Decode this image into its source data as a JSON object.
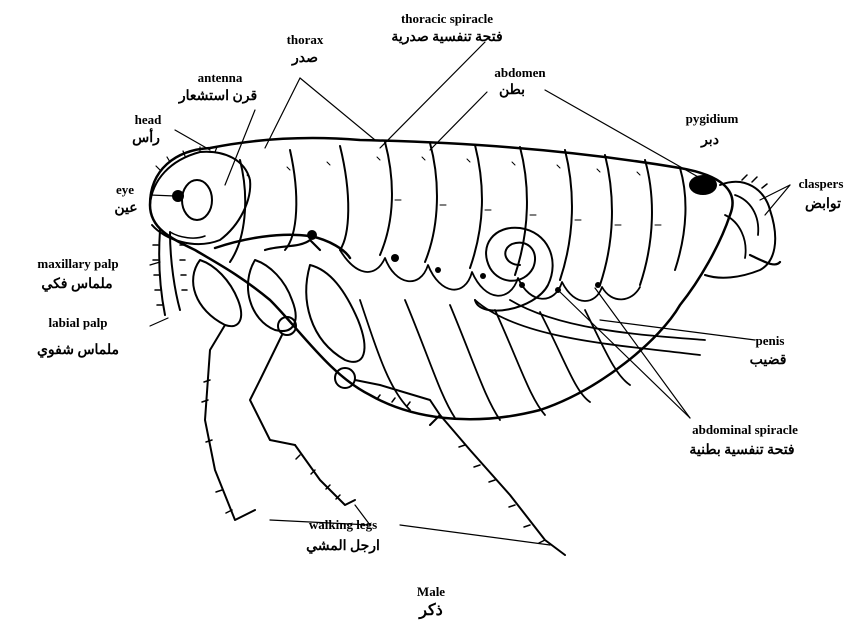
{
  "labels": {
    "thoracic_spiracle": {
      "en": "thoracic spiracle",
      "ar": "فتحة تنفسية صدرية"
    },
    "thorax": {
      "en": "thorax",
      "ar": "صدر"
    },
    "abdomen": {
      "en": "abdomen",
      "ar": "بطن"
    },
    "antenna": {
      "en": "antenna",
      "ar": "قرن استشعار"
    },
    "head": {
      "en": "head",
      "ar": "رأس"
    },
    "pygidium": {
      "en": "pygidium",
      "ar": "دبر"
    },
    "eye": {
      "en": "eye",
      "ar": "عين"
    },
    "claspers": {
      "en": "claspers",
      "ar": "توابض"
    },
    "maxillary_palp": {
      "en": "maxillary palp",
      "ar": "ملماس فكي"
    },
    "labial_palp": {
      "en": "labial palp",
      "ar": "ملماس شفوي"
    },
    "penis": {
      "en": "penis",
      "ar": "قضيب"
    },
    "abdominal_spiracle": {
      "en": "abdominal spiracle",
      "ar": "فتحة تنفسية بطنية"
    },
    "walking_legs": {
      "en": "walking legs",
      "ar": "ارجل المشي"
    }
  },
  "caption": {
    "en": "Male",
    "ar": "ذكر"
  }
}
